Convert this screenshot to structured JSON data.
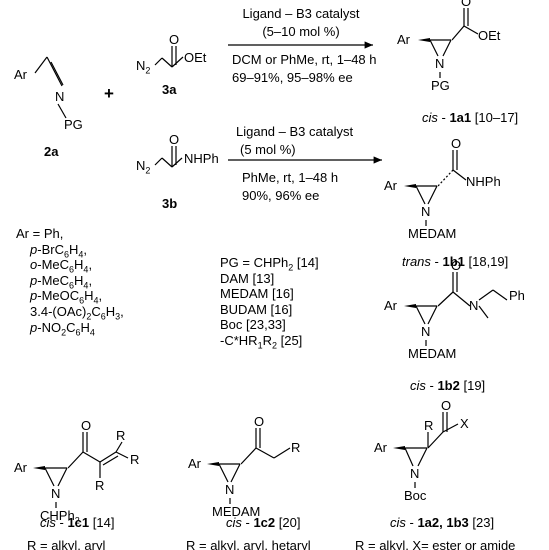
{
  "reaction_a": {
    "conditions_top": "Ligand – B3 catalyst",
    "conditions_top2": "(5–10 mol %)",
    "conditions_bottom": "DCM or PhMe, rt, 1–48 h",
    "conditions_bottom2": "69–91%, 95–98% ee",
    "reagent_label": "3a",
    "product_prefix": "cis",
    "product_id": "1a1",
    "product_refs": "[10–17]"
  },
  "reaction_b": {
    "conditions_top": "Ligand – B3 catalyst",
    "conditions_top2": "(5 mol %)",
    "conditions_bottom": "PhMe, rt, 1–48 h",
    "conditions_bottom2": "90%, 96% ee",
    "reagent_label": "3b",
    "product_prefix": "trans",
    "product_id": "1b1",
    "product_refs": "[18,19]"
  },
  "imine": {
    "label": "2a",
    "ar": "Ar",
    "n": "N",
    "pg": "PG"
  },
  "plus": "+",
  "ar_list": [
    "Ar = Ph,",
    "p-BrC6H4,",
    "o-MeC6H4,",
    "p-MeC6H4,",
    "p-MeOC6H4,",
    "3.4-(OAc)2C6H3,",
    "p-NO2C6H4"
  ],
  "pg_list": [
    "PG = CHPh2 [14]",
    "DAM [13]",
    "MEDAM [16]",
    "BUDAM [16]",
    "Boc [23,33]",
    "-C*HR1R2 [25]"
  ],
  "product_1b2": {
    "prefix": "cis",
    "id": "1b2",
    "refs": "[19]"
  },
  "product_1c1": {
    "prefix": "cis",
    "id": "1c1",
    "refs": "[14]",
    "r_def": "R = alkyl, aryl"
  },
  "product_1c2": {
    "prefix": "cis",
    "id": "1c2",
    "refs": "[20]",
    "r_def": "R = alkyl, aryl, hetaryl"
  },
  "product_1a2": {
    "prefix": "cis",
    "id": "1a2, 1b3",
    "refs": "[23]",
    "r_def": "R = alkyl, X= ester or amide"
  },
  "atoms": {
    "ar": "Ar",
    "n": "N",
    "o": "O",
    "r": "R",
    "x": "X",
    "oet": "OEt",
    "nhph": "NHPh",
    "ph": "Ph",
    "n2": "N2",
    "pg": "PG",
    "medam": "MEDAM",
    "boc": "Boc",
    "chph2": "CHPh2"
  },
  "colors": {
    "ink": "#000000",
    "background": "#ffffff"
  }
}
